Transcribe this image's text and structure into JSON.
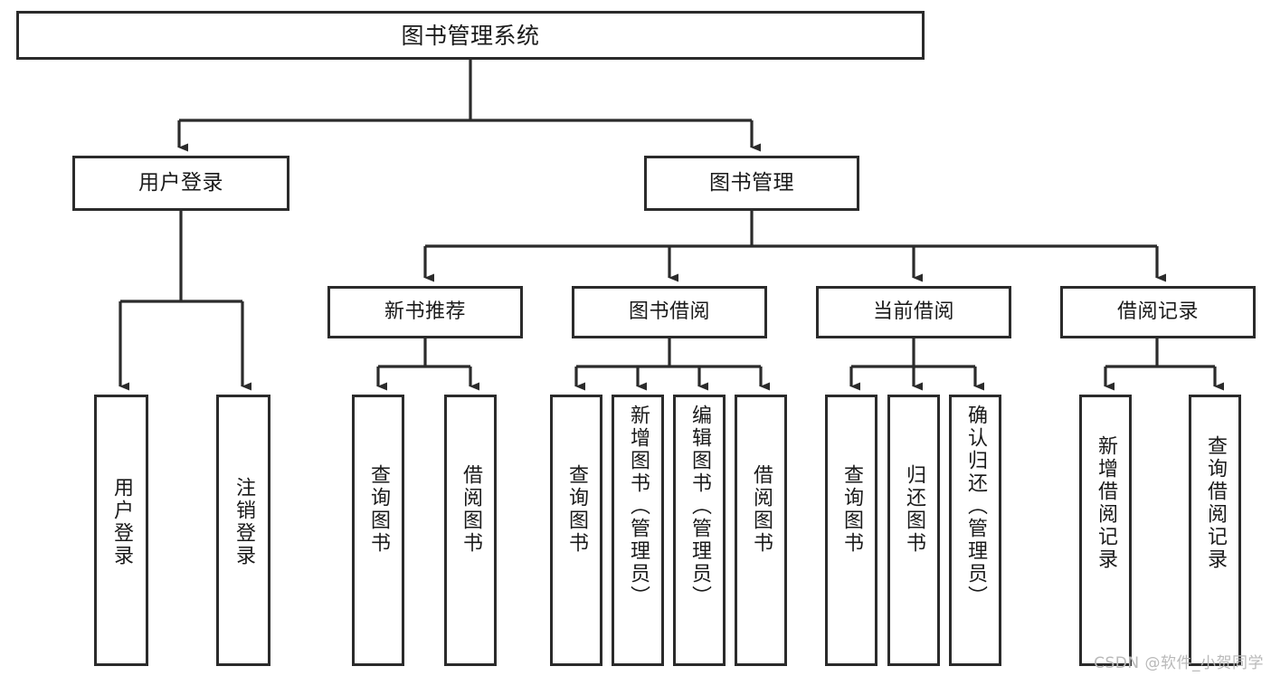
{
  "diagram": {
    "title": "图书管理系统",
    "type": "tree-hierarchy-chart",
    "stroke_color": "#2b2b2b",
    "background_color": "#ffffff",
    "text_color": "#1a1a1a"
  },
  "root": {
    "label": "图书管理系统"
  },
  "level1": [
    {
      "label": "用户登录"
    },
    {
      "label": "图书管理"
    }
  ],
  "level2": [
    {
      "label": "新书推荐"
    },
    {
      "label": "图书借阅"
    },
    {
      "label": "当前借阅"
    },
    {
      "label": "借阅记录"
    }
  ],
  "leaves": {
    "user_login": [
      {
        "label": "用户登录"
      },
      {
        "label": "注销登录"
      }
    ],
    "new_book_recommend": [
      {
        "label": "查询图书"
      },
      {
        "label": "借阅图书"
      }
    ],
    "book_borrow": [
      {
        "label": "查询图书"
      },
      {
        "label": "新增图书（管理员）"
      },
      {
        "label": "编辑图书（管理员）"
      },
      {
        "label": "借阅图书"
      }
    ],
    "current_borrow": [
      {
        "label": "查询图书"
      },
      {
        "label": "归还图书"
      },
      {
        "label": "确认归还（管理员）"
      }
    ],
    "borrow_record": [
      {
        "label": "新增借阅记录"
      },
      {
        "label": "查询借阅记录"
      }
    ]
  },
  "watermark": {
    "text": "CSDN @软件_小贺同学"
  }
}
